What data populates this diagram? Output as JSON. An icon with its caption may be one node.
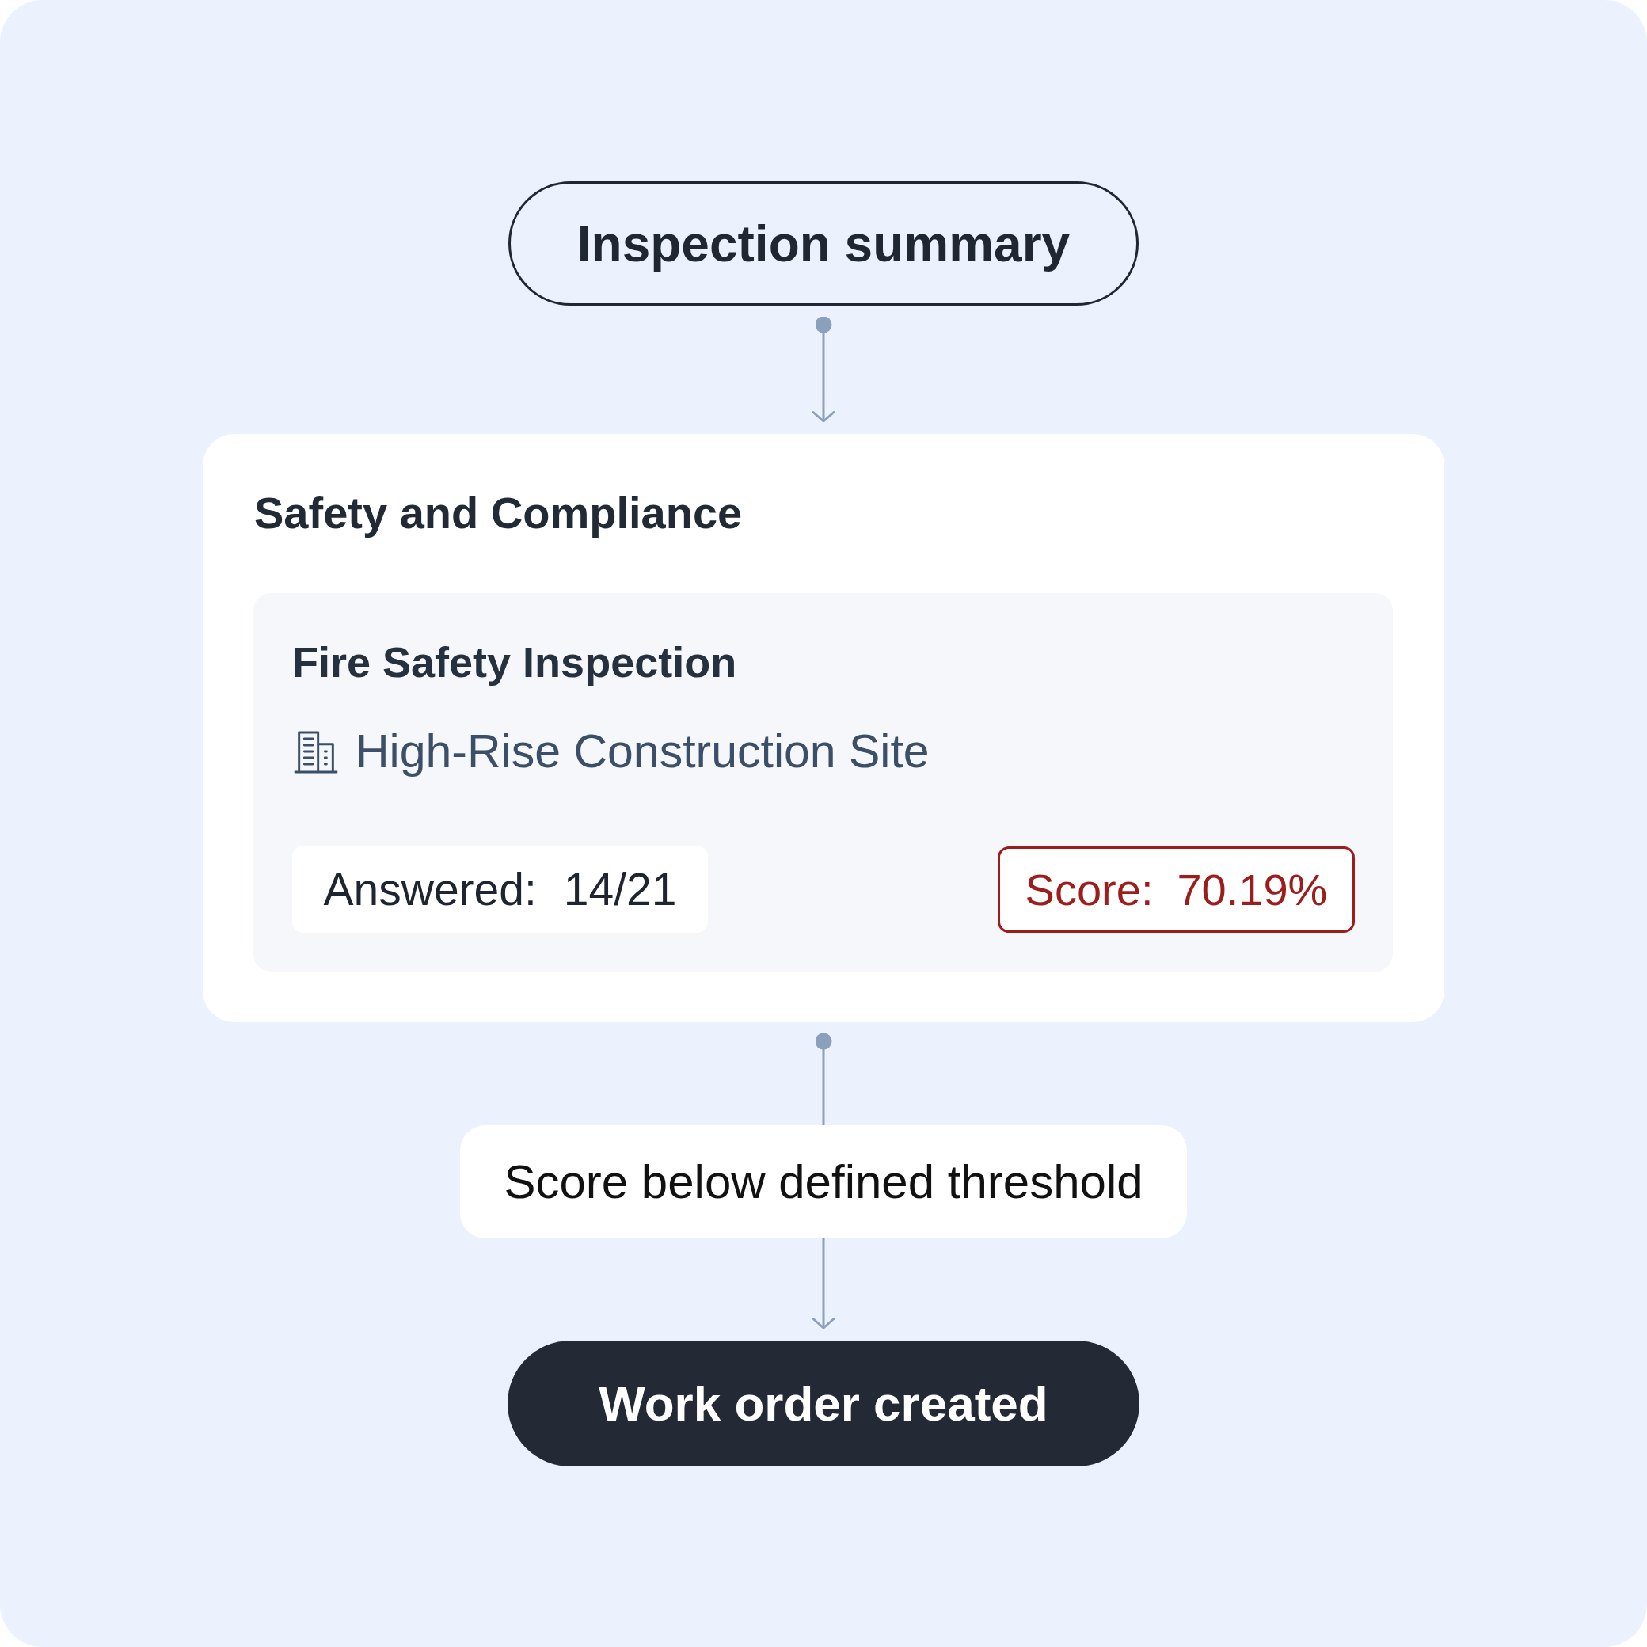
{
  "diagram": {
    "nodes": [
      {
        "text": [
          "Inspection summary"
        ]
      },
      {
        "text": [
          "Safety and Compliance"
        ]
      },
      {
        "text": [
          "Fire Safety Inspection",
          "High-Rise Construction Site"
        ],
        "in": 1
      },
      {
        "text": [
          "Answered:",
          "14/21"
        ],
        "in": 2
      },
      {
        "text": [
          "Score:",
          "70.19%"
        ],
        "in": 2
      },
      {
        "text": [
          "Score below defined threshold"
        ]
      },
      {
        "text": [
          "Work order created"
        ]
      }
    ],
    "edges": [
      {
        "from": 0,
        "to": 1,
        "arrow": "to"
      },
      {
        "from": 1,
        "to": 5,
        "arrow": "other"
      },
      {
        "from": 5,
        "to": 6,
        "arrow": "to"
      }
    ]
  }
}
